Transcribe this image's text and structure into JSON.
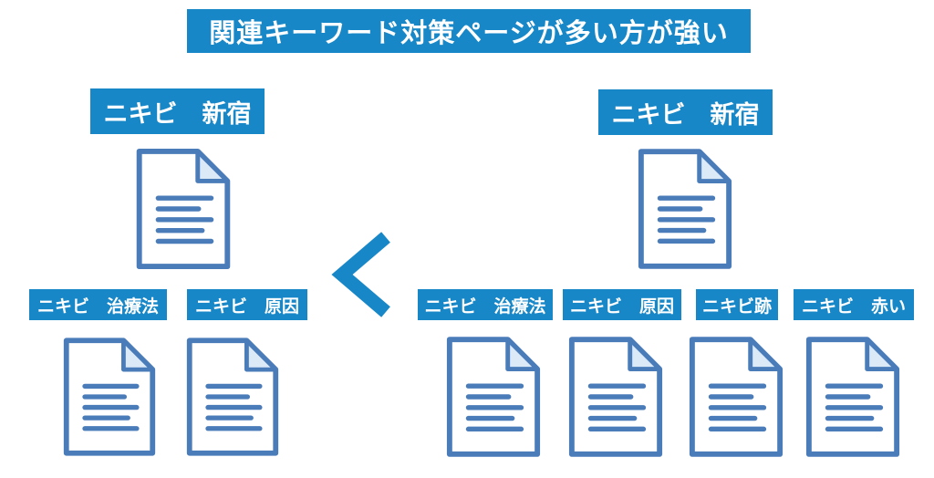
{
  "title": {
    "text": "関連キーワード対策ページが多い方が強い"
  },
  "comparison": {
    "symbol": "<",
    "icon": "less-than-chevron"
  },
  "left_site": {
    "main_keyword": "ニキビ　新宿",
    "sub_keywords": [
      "ニキビ　治療法",
      "ニキビ　原因"
    ],
    "document_count": 3
  },
  "right_site": {
    "main_keyword": "ニキビ　新宿",
    "sub_keywords": [
      "ニキビ　治療法",
      "ニキビ　原因",
      "ニキビ跡",
      "ニキビ　赤い"
    ],
    "document_count": 5
  },
  "icons": {
    "document": "document-icon"
  },
  "colors": {
    "accent": "#1787c8",
    "doc_border": "#4a7cba",
    "doc_fold": "#dce9f7",
    "label_text": "#ffffff",
    "background": "#ffffff"
  }
}
